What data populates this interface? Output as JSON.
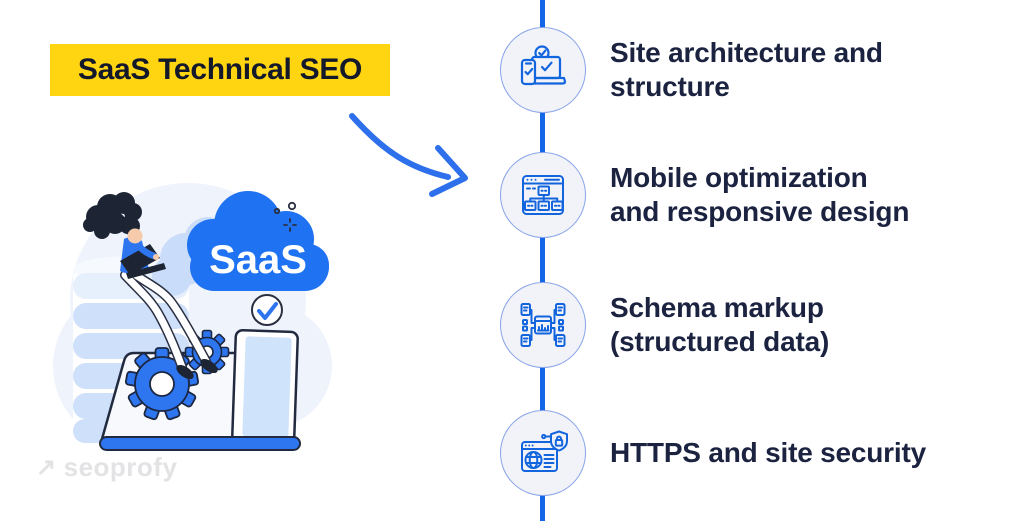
{
  "title": {
    "text": "SaaS Technical SEO"
  },
  "illustration": {
    "cloud_label": "SaaS"
  },
  "timeline": {
    "items": [
      {
        "icon": "devices-check-icon",
        "line1": "Site architecture and",
        "line2": "structure"
      },
      {
        "icon": "sitemap-browser-icon",
        "line1": "Mobile optimization",
        "line2": "and responsive design"
      },
      {
        "icon": "schema-markup-icon",
        "line1": "Schema markup",
        "line2": "(structured data)"
      },
      {
        "icon": "https-security-icon",
        "line1": "HTTPS and site security",
        "line2": ""
      }
    ]
  },
  "footer": {
    "logo_arrow": "↗",
    "logo_text": "seoprofy"
  },
  "colors": {
    "highlight_yellow": "#FFD512",
    "text_navy": "#1B2340",
    "timeline_blue": "#1266E8",
    "icon_blue": "#1365DE",
    "cloud_blue": "#1F72F2",
    "gear_blue": "#2E75F0",
    "arrow_blue": "#2E6FEB",
    "circle_fill": "#F1F3F9",
    "circle_border": "#87A3E8",
    "logo_gray": "#E3E3E5"
  }
}
